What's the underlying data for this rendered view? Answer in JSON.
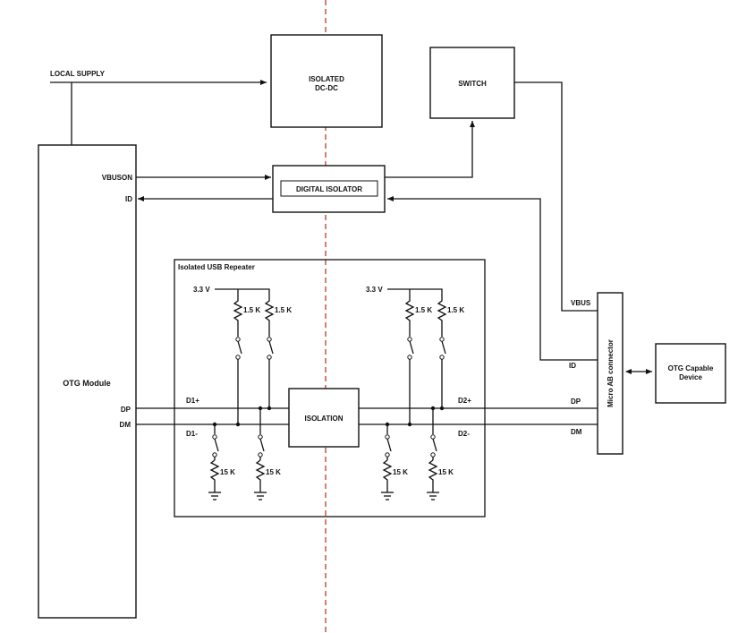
{
  "signals": {
    "local_supply": "LOCAL SUPPLY",
    "vbuson": "VBUSON",
    "id_left": "ID",
    "dp_left": "DP",
    "dm_left": "DM",
    "vbus_right": "VBUS",
    "id_right": "ID",
    "dp_right": "DP",
    "dm_right": "DM"
  },
  "blocks": {
    "isolated_dcdc_line1": "ISOLATED",
    "isolated_dcdc_line2": "DC-DC",
    "switch": "SWITCH",
    "digital_isolator": "DIGITAL ISOLATOR",
    "otg_module": "OTG Module",
    "repeater_title": "Isolated USB Repeater",
    "isolation": "ISOLATION",
    "micro_ab": "Micro AB connector",
    "otg_device_line1": "OTG Capable",
    "otg_device_line2": "Device"
  },
  "repeater": {
    "supply_left": "3.3 V",
    "supply_right": "3.3 V",
    "r_pullup_1": "1.5 K",
    "r_pullup_2": "1.5 K",
    "r_pullup_3": "1.5 K",
    "r_pullup_4": "1.5 K",
    "r_pulldown_1": "15 K",
    "r_pulldown_2": "15 K",
    "r_pulldown_3": "15 K",
    "r_pulldown_4": "15 K",
    "d1_plus": "D1+",
    "d1_minus": "D1-",
    "d2_plus": "D2+",
    "d2_minus": "D2-"
  }
}
